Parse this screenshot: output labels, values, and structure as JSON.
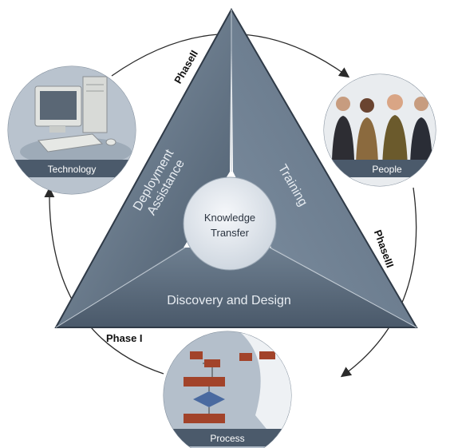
{
  "diagram": {
    "center": {
      "line1": "Knowledge",
      "line2": "Transfer"
    },
    "sections": {
      "left": {
        "line1": "Deployment",
        "line2": "Assistance"
      },
      "right": {
        "line1": "Training"
      },
      "bottom": {
        "line1": "Discovery and Design"
      }
    },
    "phases": {
      "phase1": "Phase I",
      "phase2": "PhaseII",
      "phase3": "PhaseIII"
    },
    "nodes": {
      "technology": "Technology",
      "people": "People",
      "process": "Process"
    }
  },
  "colors": {
    "triangle_dark": "#3d4a5a",
    "triangle_mid": "#6c7d8e",
    "triangle_light": "#8fa0b1",
    "center_circle": "#e4e9ee",
    "caption_bar": "#4b5a6b",
    "cycle_line": "#2a2a2a"
  }
}
